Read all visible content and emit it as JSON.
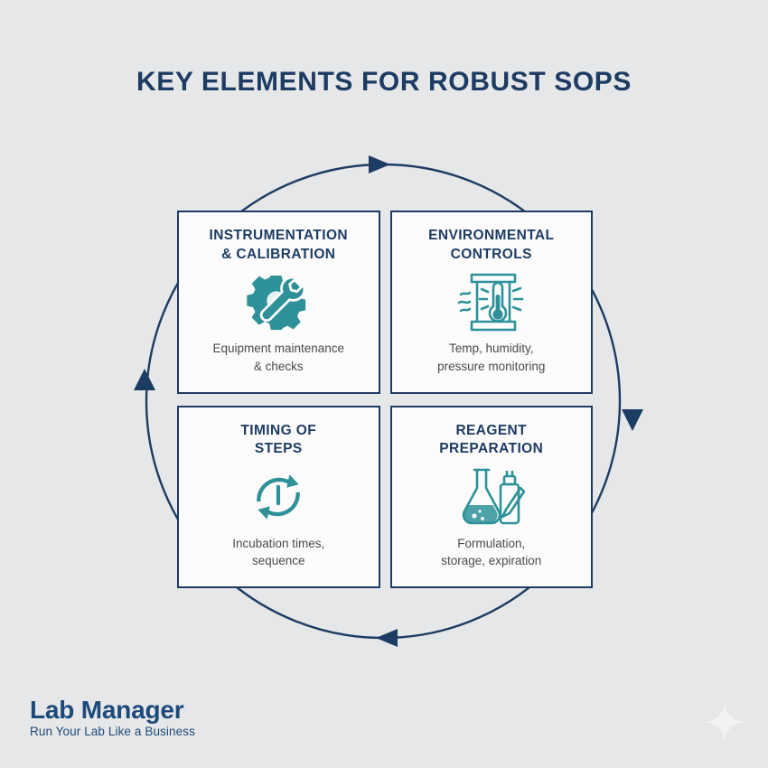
{
  "page": {
    "title": "KEY ELEMENTS FOR ROBUST SOPS",
    "background_color": "#e6e7e8",
    "accent_navy": "#1d3c63",
    "accent_teal": "#2e9199",
    "card_background": "#fcfcfc",
    "body_text_color": "#4a4a4a"
  },
  "diagram": {
    "shape": "circular-cycle",
    "direction": "clockwise",
    "arrow_count": 4,
    "arrow_positions": [
      "top",
      "right",
      "bottom",
      "left"
    ]
  },
  "cards": [
    {
      "title": "INSTRUMENTATION\n& CALIBRATION",
      "description": "Equipment maintenance\n& checks",
      "icon": "gear-wrench-icon"
    },
    {
      "title": "ENVIRONMENTAL\nCONTROLS",
      "description": "Temp, humidity,\npressure monitoring",
      "icon": "thermometer-chamber-icon"
    },
    {
      "title": "TIMING OF\nSTEPS",
      "description": "Incubation times,\nsequence",
      "icon": "cycle-clock-icon"
    },
    {
      "title": "REAGENT\nPREPARATION",
      "description": "Formulation,\nstorage, expiration",
      "icon": "flask-dropper-icon"
    }
  ],
  "footer": {
    "brand_name": "Lab Manager",
    "tagline": "Run Your Lab Like a Business",
    "sparkle_icon": "sparkle-icon"
  }
}
